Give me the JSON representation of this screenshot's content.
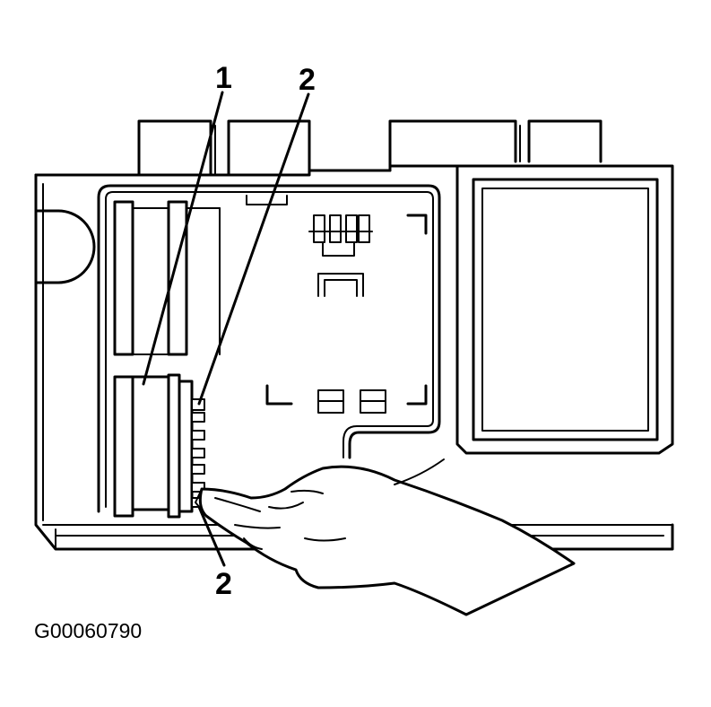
{
  "callouts": {
    "label_1": "1",
    "label_2_top": "2",
    "label_2_bottom": "2"
  },
  "figure_id": "G00060790"
}
